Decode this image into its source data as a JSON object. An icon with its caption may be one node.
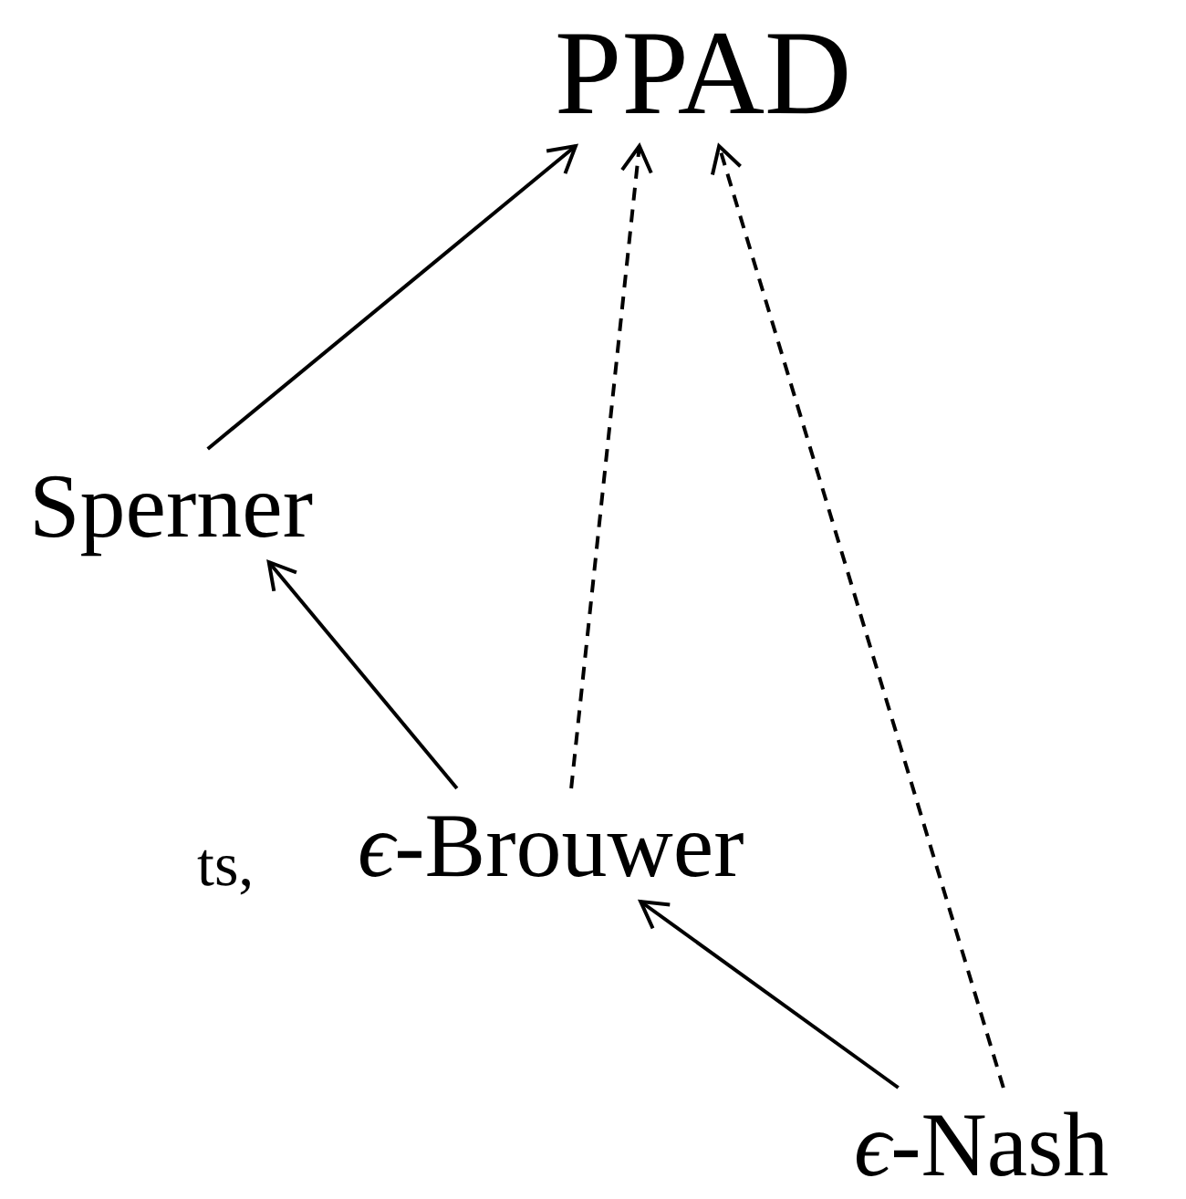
{
  "diagram": {
    "nodes": [
      {
        "text": [
          "PPAD"
        ]
      },
      {
        "text": [
          "Sperner"
        ]
      },
      {
        "text": [
          "*ϵ*-Brouwer"
        ]
      },
      {
        "text": [
          "*ϵ*-Nash"
        ]
      }
    ],
    "edges": [
      {
        "from": 1,
        "to": 0,
        "arrow": "to"
      },
      {
        "from": 2,
        "to": 0,
        "arrow": "to",
        "style": "dashed"
      },
      {
        "from": 3,
        "to": 0,
        "arrow": "to",
        "style": "dashed"
      },
      {
        "from": 2,
        "to": 1,
        "arrow": "to"
      },
      {
        "from": 3,
        "to": 2,
        "arrow": "to"
      }
    ],
    "labels": [
      "ts,"
    ]
  }
}
